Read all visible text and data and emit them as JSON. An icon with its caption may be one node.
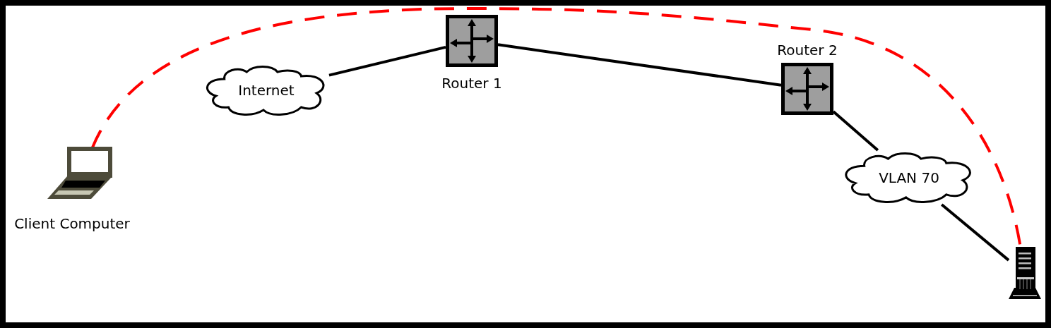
{
  "diagram": {
    "nodes": [
      {
        "text": [
          "Client Computer"
        ]
      },
      {
        "text": [
          "Internet"
        ]
      },
      {
        "text": [
          "Router 1"
        ]
      },
      {
        "text": [
          "Router 2"
        ]
      },
      {
        "text": [
          "VLAN 70"
        ]
      },
      {
        "text": [],
        "shape": "picture"
      }
    ],
    "edges": [
      {
        "from": 1,
        "to": 2,
        "arrow": "none"
      },
      {
        "from": 2,
        "to": 3,
        "arrow": "none"
      },
      {
        "from": 3,
        "to": 4,
        "arrow": "none"
      },
      {
        "from": 4,
        "to": 5,
        "arrow": "none"
      },
      {
        "from": 0,
        "to": 5,
        "arrow": "none",
        "style": "dashed",
        "color": "#ff0000"
      }
    ]
  }
}
